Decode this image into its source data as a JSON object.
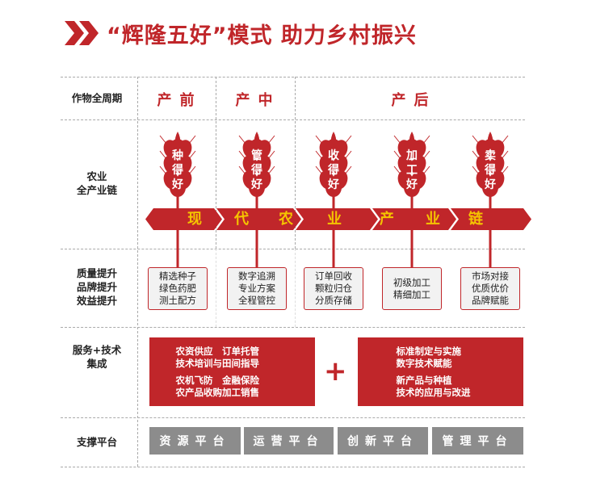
{
  "title": "“辉隆五好”模式  助力乡村振兴",
  "rows": {
    "cycle": "作物全周期",
    "chain_1": "农业",
    "chain_2": "全产业链",
    "quality_1": "质量提升",
    "quality_2": "品牌提升",
    "quality_3": "效益提升",
    "service_1": "服务+技术",
    "service_2": "集成",
    "platform": "支撑平台"
  },
  "phases": [
    "产前",
    "产中",
    "产后"
  ],
  "wheats": [
    {
      "chars": [
        "种",
        "得",
        "好"
      ],
      "items": [
        "精选种子",
        "绿色药肥",
        "测土配方"
      ]
    },
    {
      "chars": [
        "管",
        "得",
        "好"
      ],
      "items": [
        "数字追溯",
        "专业方案",
        "全程管控"
      ]
    },
    {
      "chars": [
        "收",
        "得",
        "好"
      ],
      "items": [
        "订单回收",
        "颗粒归仓",
        "分质存储"
      ]
    },
    {
      "chars": [
        "加",
        "工",
        "好"
      ],
      "items": [
        "初级加工",
        "精细加工"
      ]
    },
    {
      "chars": [
        "卖",
        "得",
        "好"
      ],
      "items": [
        "市场对接",
        "优质优价",
        "品牌赋能"
      ]
    }
  ],
  "band": [
    "现",
    "代",
    "农",
    "业",
    "产",
    "业",
    "链"
  ],
  "services": {
    "left": [
      "农资供应　订单托管",
      "技术培训与田间指导",
      "农机飞防　金融保险",
      "农产品收购加工销售"
    ],
    "plus": "+",
    "right": [
      "标准制定与实施",
      "数字技术赋能",
      "新产品与种植",
      "技术的应用与改进"
    ]
  },
  "platforms": [
    "资源平台",
    "运营平台",
    "创新平台",
    "管理平台"
  ],
  "colors": {
    "red": "#c0262a",
    "yellow": "#f5c400",
    "gray": "#8c8c8c"
  }
}
